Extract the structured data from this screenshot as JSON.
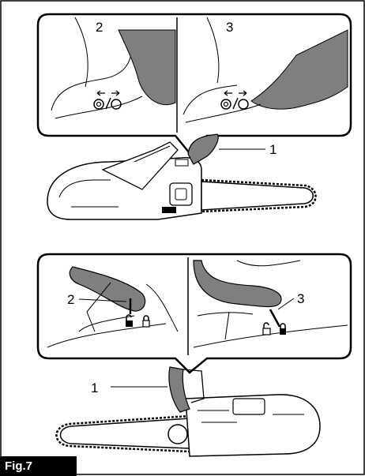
{
  "figure": {
    "label": "Fig.7"
  },
  "top_panel": {
    "callout_left_label": "2",
    "callout_right_label": "3",
    "saw_label": "1",
    "direction_icon": "rotation-direction-icon"
  },
  "bottom_panel": {
    "callout_left_label": "2",
    "callout_right_label": "3",
    "saw_label": "1",
    "unlock_icon": "unlocked-padlock-icon",
    "lock_icon": "locked-padlock-icon"
  },
  "colors": {
    "line": "#000000",
    "hand_fill": "#7f7f7f",
    "background": "#ffffff",
    "tag_background": "#000000",
    "tag_text": "#ffffff"
  }
}
